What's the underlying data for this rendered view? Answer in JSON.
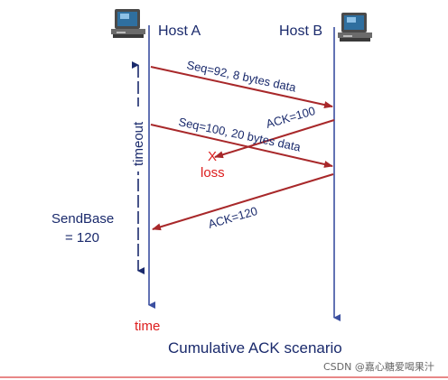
{
  "hosts": {
    "a_label": "Host A",
    "b_label": "Host B"
  },
  "messages": [
    {
      "label": "Seq=92, 8 bytes data"
    },
    {
      "label": "ACK=100"
    },
    {
      "label": "Seq=100, 20 bytes data"
    },
    {
      "label": "ACK=120"
    }
  ],
  "timeout_label": "timeout",
  "loss": {
    "mark": "X",
    "label": "loss"
  },
  "sendbase": {
    "line1": "SendBase",
    "line2": "= 120"
  },
  "time_label": "time",
  "caption": "Cumulative ACK scenario",
  "watermark": "CSDN @嘉心糖爱喝果汁",
  "icons": {
    "host_a": "computer-icon",
    "host_b": "computer-icon"
  },
  "colors": {
    "arrow": "#a8282a",
    "timeline": "#3b4fa0",
    "text": "#1a2a6c",
    "loss": "#dd1e1e",
    "time": "#dd1e1e",
    "footer_line": "#e06060"
  }
}
